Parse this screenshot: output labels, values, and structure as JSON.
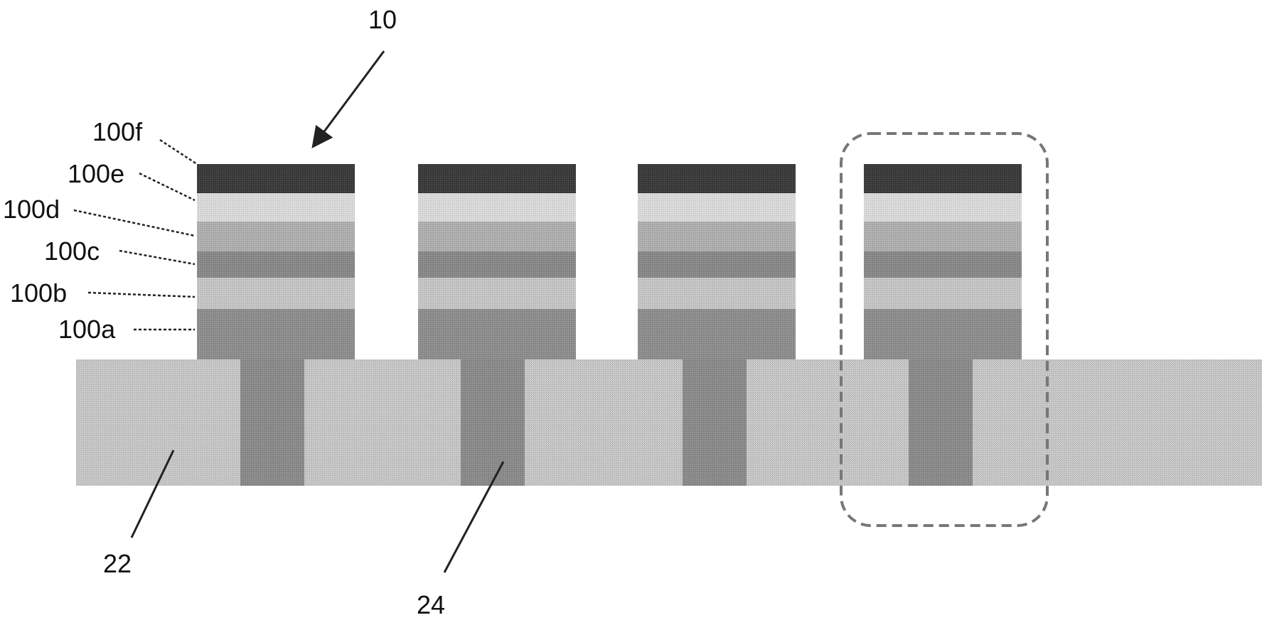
{
  "figure": {
    "ref_device": "10",
    "ref_substrate": "22",
    "ref_contact": "24",
    "layers": [
      {
        "label": "100a",
        "tone": "mid-dark"
      },
      {
        "label": "100b",
        "tone": "light"
      },
      {
        "label": "100c",
        "tone": "mid-dark"
      },
      {
        "label": "100d",
        "tone": "mid"
      },
      {
        "label": "100e",
        "tone": "lightest"
      },
      {
        "label": "100f",
        "tone": "darkest"
      }
    ],
    "pillar_count": 4,
    "highlighted_pillar": 4
  },
  "colors": {
    "background": "#ffffff",
    "substrate": "#c9c9c9",
    "contact": "#8c8c8c",
    "layer_a": "#8f8f8f",
    "layer_b": "#c8c8c8",
    "layer_c": "#8a8a8a",
    "layer_d": "#b1b1b1",
    "layer_e": "#dddddd",
    "layer_f": "#3a3a3a",
    "lines": "#222222",
    "dashed_outline": "#777777"
  }
}
